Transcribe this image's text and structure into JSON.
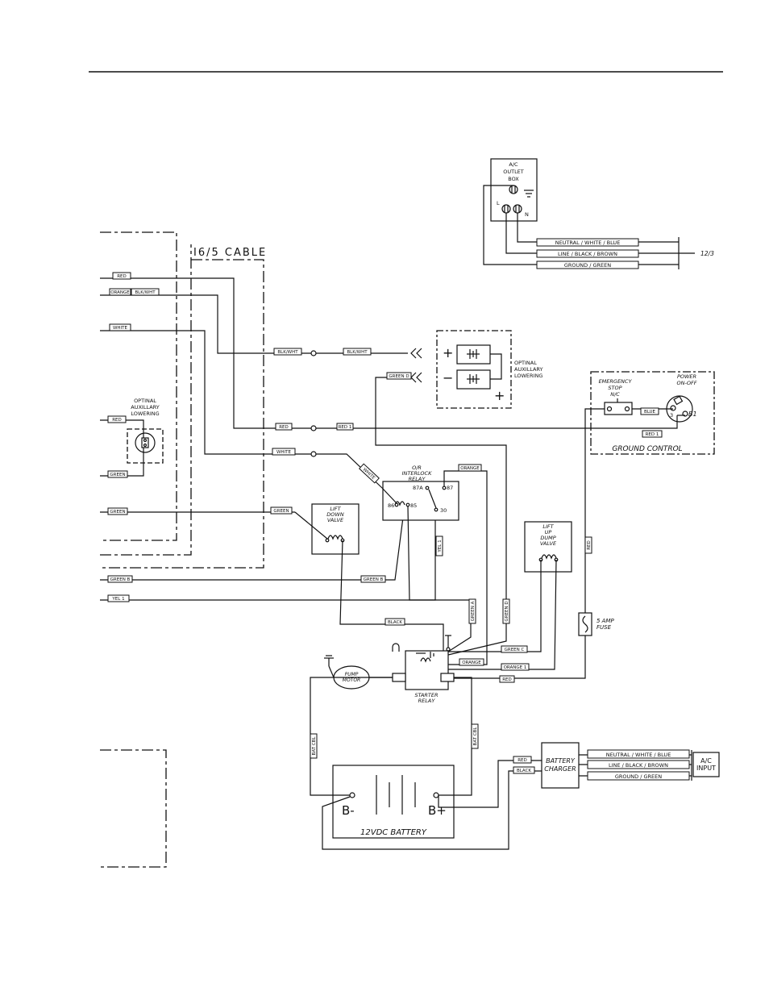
{
  "header_rule": true,
  "cable_box": {
    "title": "I6/5 CABLE"
  },
  "outlet": {
    "title_lines": [
      "A/C",
      "OUTLET",
      "BOX"
    ],
    "l": "L",
    "n": "N",
    "cable": "12/3"
  },
  "outlet_wires": [
    "NEUTRAL / WHITE / BLUE",
    "LINE / BLACK / BROWN",
    "GROUND / GREEN"
  ],
  "aux_lowering_top": {
    "lines": [
      "OPTINAL",
      "AUXILLARY",
      "LOWERING"
    ],
    "plus": "+",
    "minus": "−"
  },
  "aux_lowering_left": {
    "lines": [
      "OPTINAL",
      "AUXILLARY",
      "LOWERING"
    ]
  },
  "ground_control": {
    "title": "GROUND CONTROL",
    "estop_lines": [
      "EMERGENCY",
      "STOP",
      "N/C"
    ],
    "power_lines": [
      "POWER",
      "ON-OFF"
    ],
    "pos_3": "3",
    "pos_b1": "B1"
  },
  "relay": {
    "lines": [
      "O/R",
      "INTERLOCK",
      "RELAY"
    ],
    "p87a": "87A",
    "p87": "87",
    "p86": "86",
    "p85": "85",
    "p30": "30"
  },
  "lift_down": {
    "lines": [
      "LIFT",
      "DOWN",
      "VALVE"
    ]
  },
  "lift_up": {
    "lines": [
      "LIFT",
      "UP",
      "DUMP",
      "VALVE"
    ]
  },
  "fuse": {
    "lines": [
      "5 AMP",
      "FUSE"
    ]
  },
  "pump": {
    "lines": [
      "PUMP",
      "MOTOR"
    ]
  },
  "starter": {
    "lines": [
      "STARTER",
      "RELAY"
    ]
  },
  "battery": {
    "label": "12VDC BATTERY",
    "neg": "B-",
    "pos": "B+"
  },
  "charger": {
    "lines": [
      "BATTERY",
      "CHARGER"
    ]
  },
  "ac_input": {
    "lines": [
      "A/C",
      "INPUT"
    ]
  },
  "charger_out": [
    "NEUTRAL / WHITE / BLUE",
    "LINE / BLACK / BROWN",
    "GROUND / GREEN"
  ],
  "wire_tags": {
    "red": "RED",
    "orange": "ORANGE",
    "blk_wht": "BLK/WHT",
    "white": "WHITE",
    "red_l": "RED",
    "green_l": "GREEN",
    "green_l2": "GREEN",
    "green_b_l": "GREEN B",
    "yel1_l": "YEL 1",
    "blkwht_a": "BLK/WHT",
    "blkwht_b": "BLK/WHT",
    "green_d_top": "GREEN D",
    "red_a": "RED",
    "red1_a": "RED 1",
    "white_a": "WHITE",
    "white_diag": "WHITE",
    "orange_relay": "ORANGE",
    "green_mid": "GREEN",
    "green_b_mid": "GREEN B",
    "yel1_v": "YEL 1",
    "black_mid": "BLACK",
    "green_a_v": "GREEN A",
    "green_d_v": "GREEN D",
    "green_c": "GREEN C",
    "orange_st": "ORANGE",
    "orange1": "ORANGE 1",
    "red_st": "RED",
    "red_v": "RED",
    "blue_gc": "BLUE",
    "red1_gc": "RED 1",
    "bat_cbl_l": "BAT CBL",
    "bat_cbl_r": "BAT CBL",
    "red_ch": "RED",
    "black_ch": "BLACK"
  }
}
